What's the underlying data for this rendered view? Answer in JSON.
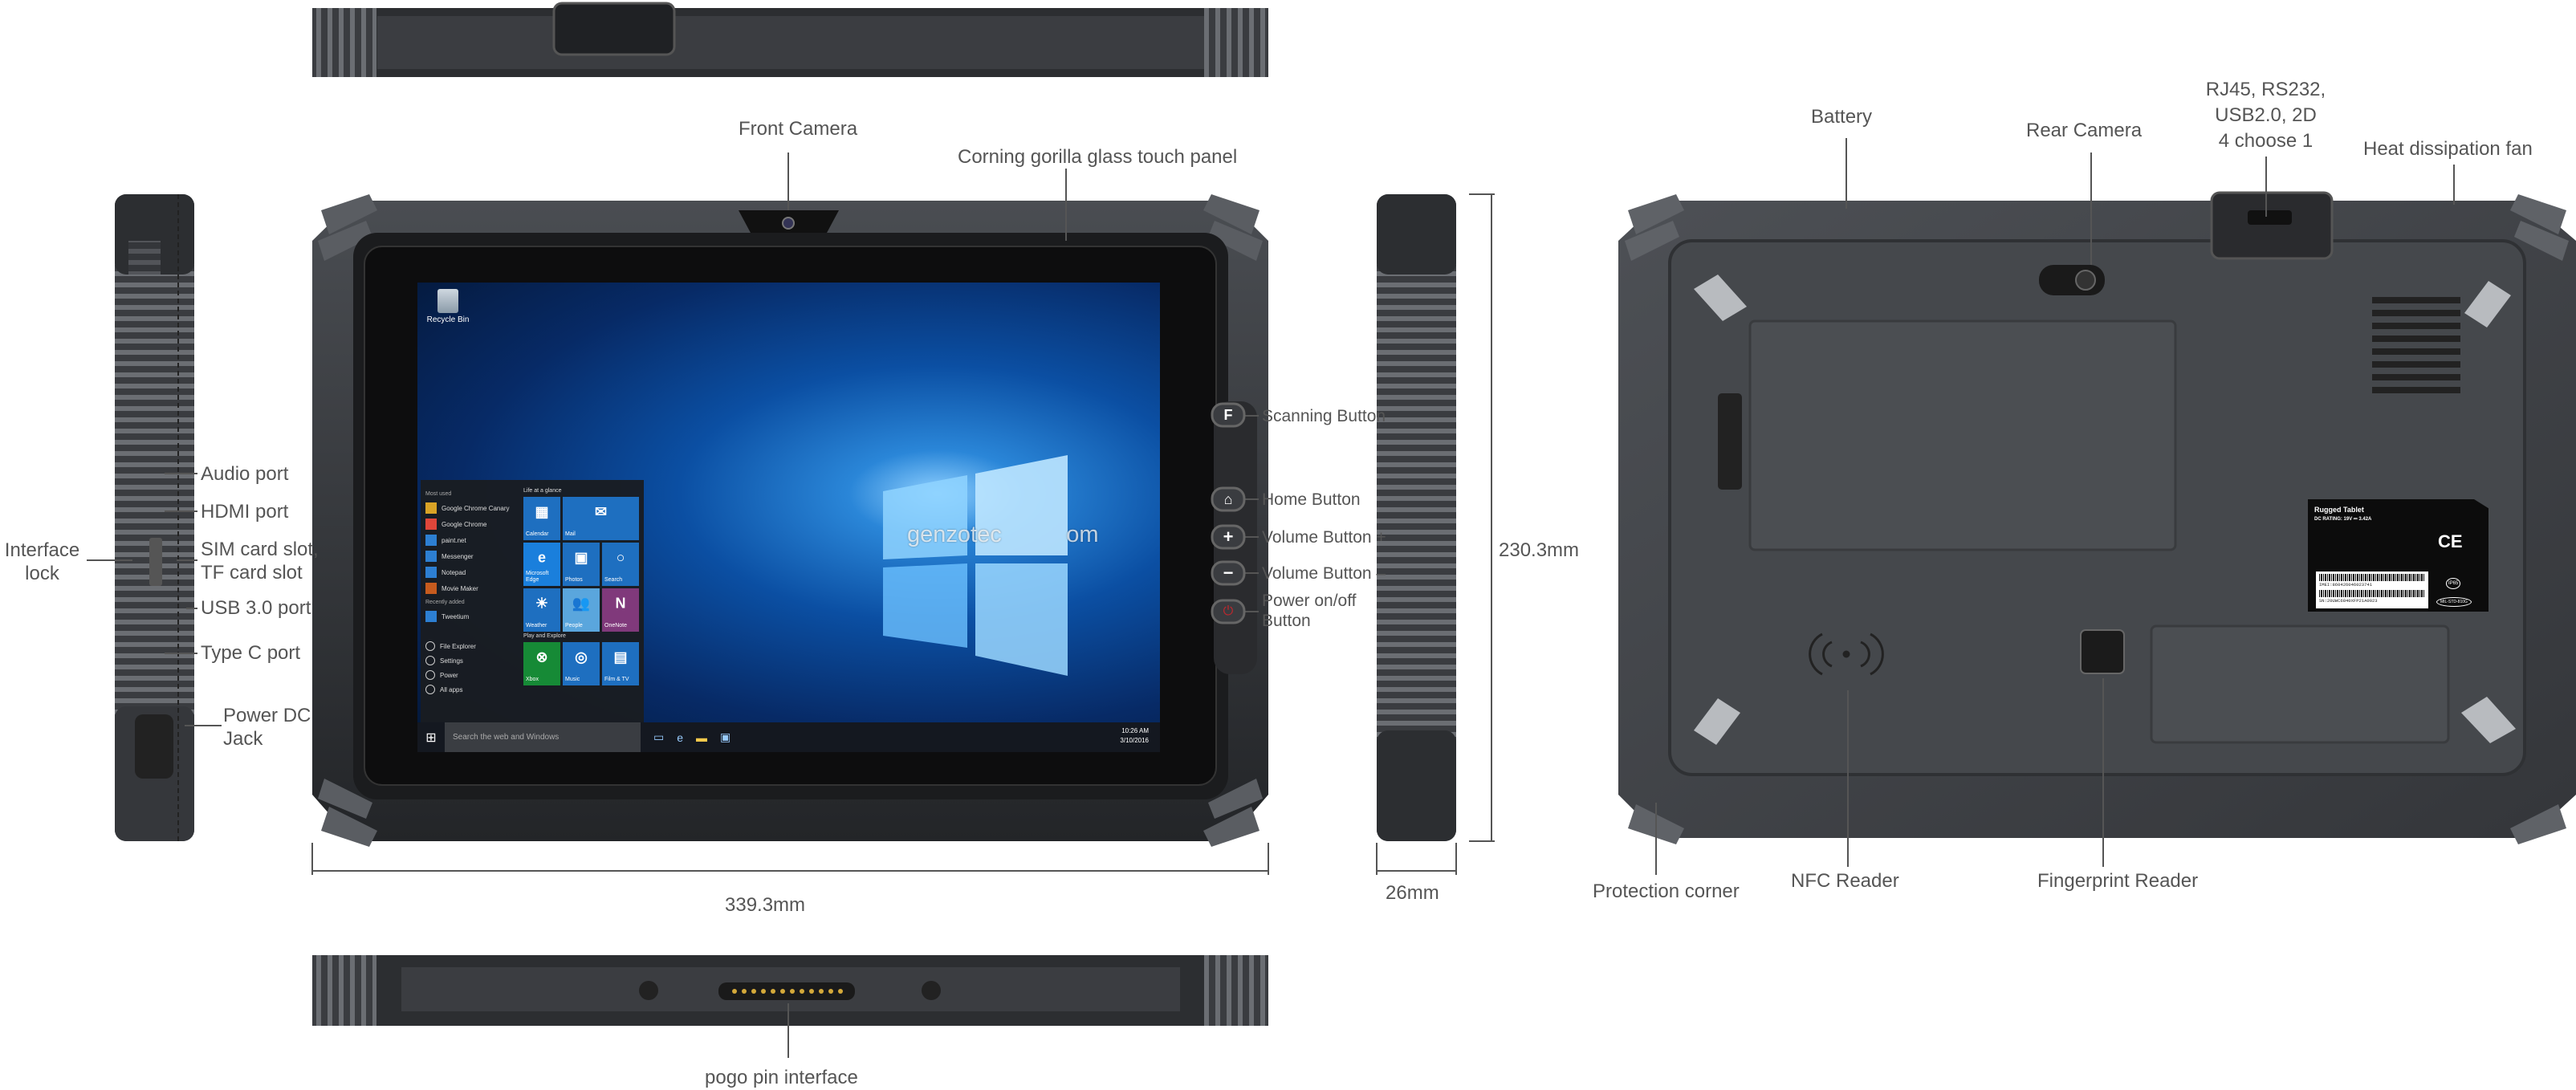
{
  "labels": {
    "front_camera": "Front Camera",
    "glass_panel": "Corning gorilla glass touch panel",
    "scanning_button": "Scanning Button",
    "home_button": "Home Button",
    "volume_up": "Volume Button +",
    "volume_down": "Volume Button –",
    "power_line1": "Power on/off",
    "power_line2": "Button",
    "height_dim": "230.3mm",
    "width_dim": "339.3mm",
    "depth_dim": "26mm",
    "pogo_pin": "pogo pin interface",
    "audio_port": "Audio port",
    "hdmi_port": "HDMI port",
    "sim_line1": "SIM card slot,",
    "sim_line2": "TF card slot",
    "usb3_port": "USB 3.0 port",
    "typec_port": "Type C port",
    "power_dc_line1": "Power DC",
    "power_dc_line2": "Jack",
    "interface_lock_line1": "Interface",
    "interface_lock_line2": "lock",
    "battery": "Battery",
    "rear_camera": "Rear Camera",
    "ports_line1": "RJ45, RS232,",
    "ports_line2": "USB2.0, 2D",
    "ports_line3": "4 choose 1",
    "fan": "Heat dissipation fan",
    "protection_corner": "Protection corner",
    "nfc_reader": "NFC Reader",
    "fingerprint_reader": "Fingerprint Reader"
  },
  "watermark": "genzotec          om",
  "button_glyphs": {
    "scan": "F",
    "home": "⌂",
    "vol_up": "+",
    "vol_down": "−",
    "power": "⏻"
  },
  "screen": {
    "desktop_icon": "Recycle Bin",
    "start_menu": {
      "most_used_heading": "Most used",
      "most_used": [
        "Google Chrome Canary",
        "Google Chrome",
        "paint.net",
        "Messenger",
        "Notepad",
        "Movie Maker"
      ],
      "recent_heading": "Recently added",
      "recent": [
        "Tweetium"
      ],
      "system": [
        "File Explorer",
        "Settings",
        "Power",
        "All apps"
      ],
      "tiles_heading_1": "Life at a glance",
      "tiles_1": [
        "Calendar",
        "Mail",
        "Microsoft Edge",
        "Photos",
        "Search",
        "Weather",
        "People",
        "OneNote"
      ],
      "tiles_heading_2": "Play and Explore",
      "tiles_2": [
        "Xbox",
        "Music",
        "Film & TV"
      ]
    },
    "search_placeholder": "Search the web and Windows",
    "clock_time": "10:26 AM",
    "clock_date": "3/10/2016"
  },
  "back_sticker": {
    "title": "Rugged Tablet",
    "rating": "DC RATING: 19V ⎓ 3.42A",
    "imei": "IMEI:860426046023741",
    "sn": "SN:20UWC6840XFP21A0023",
    "ce": "CE",
    "ip": "IP65",
    "mil": "MIL-STD-810G"
  },
  "colors": {
    "body": "#2b2d30",
    "label_text": "#555555",
    "leader_line": "#555555",
    "power_button": "#c0272d"
  }
}
